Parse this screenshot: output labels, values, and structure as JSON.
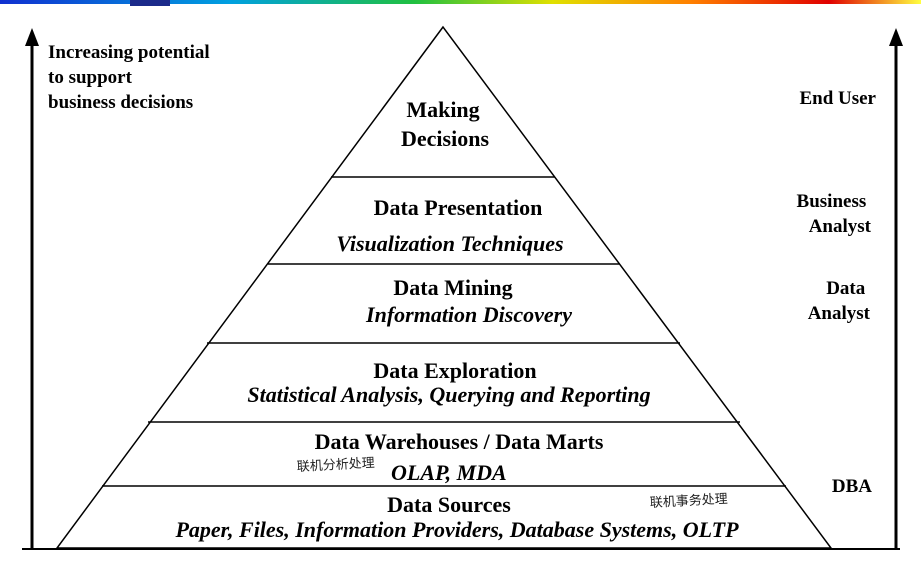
{
  "left_caption": [
    "Increasing potential",
    "to support",
    "business decisions"
  ],
  "pyramid": {
    "levels": [
      {
        "title": [
          "Making",
          "Decisions"
        ],
        "subtitle": ""
      },
      {
        "title": [
          "Data Presentation"
        ],
        "subtitle": "Visualization Techniques"
      },
      {
        "title": [
          "Data Mining"
        ],
        "subtitle": "Information Discovery"
      },
      {
        "title": [
          "Data Exploration"
        ],
        "subtitle": "Statistical Analysis, Querying and Reporting"
      },
      {
        "title": [
          "Data Warehouses / Data Marts"
        ],
        "subtitle": "OLAP, MDA"
      },
      {
        "title": [
          "Data Sources"
        ],
        "subtitle": "Paper, Files, Information Providers, Database Systems, OLTP"
      }
    ]
  },
  "roles": [
    {
      "lines": [
        "End User"
      ]
    },
    {
      "lines": [
        "Business",
        "Analyst"
      ]
    },
    {
      "lines": [
        "Data",
        "Analyst"
      ]
    },
    {
      "lines": [
        "DBA"
      ]
    }
  ],
  "handwritten_notes": {
    "olap_note": "联机分析处理",
    "oltp_note": "联机事务处理"
  },
  "colors": {
    "header_gradient": [
      "#1030d0",
      "#00a0e0",
      "#20c040",
      "#e0e000",
      "#ff8000",
      "#e00000",
      "#ffff40"
    ],
    "lines": "#000000"
  }
}
